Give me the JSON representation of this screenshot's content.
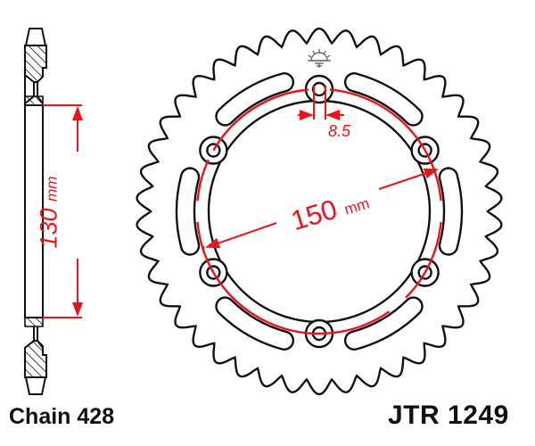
{
  "diagram": {
    "type": "rear sprocket technical drawing",
    "chain_label": "Chain 428",
    "part_number": "JTR 1249",
    "dimensions": {
      "center_bore": {
        "value": "130",
        "unit": "mm"
      },
      "bolt_circle": {
        "value": "150",
        "unit": "mm"
      },
      "bolt_hole": {
        "value": "8.5"
      }
    },
    "bolt_holes_count": 6,
    "lightening_slots_count": 6,
    "teeth_count_approx": 42,
    "colors": {
      "outline": "#111111",
      "dimension": "#e8141b",
      "background": "#ffffff"
    },
    "icons": [
      "jt-logo-icon"
    ]
  }
}
